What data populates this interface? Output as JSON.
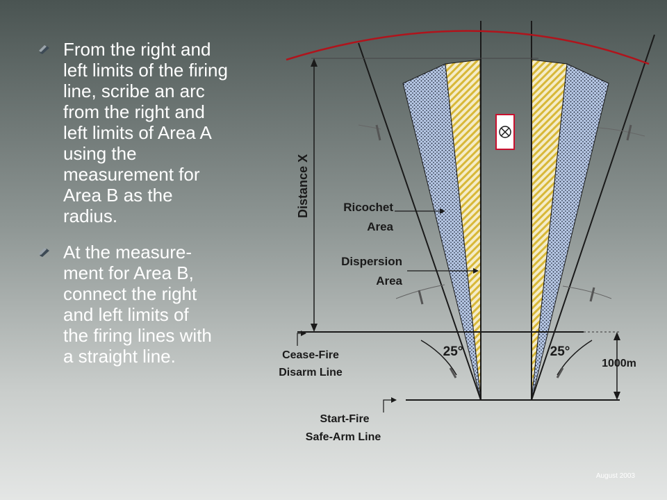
{
  "bullets": [
    {
      "text": "From the right and\nleft limits of the firing\nline, scribe an arc\nfrom the right and\nleft limits of Area A\nusing the\nmeasurement for\nArea B as the\nradius."
    },
    {
      "text": "At the measure-\nment for Area B,\nconnect the right\nand left limits of\nthe firing lines with\na straight line."
    }
  ],
  "diagram": {
    "distance_label": "Distance X",
    "ricochet_line1": "Ricochet",
    "ricochet_line2": "Area",
    "dispersion_line1": "Dispersion",
    "dispersion_line2": "Area",
    "angle_left": "25°",
    "angle_right": "25°",
    "cease_line1": "Cease-Fire",
    "cease_line2": "Disarm Line",
    "start_line1": "Start-Fire",
    "start_line2": "Safe-Arm Line",
    "dist_1000": "1000m"
  },
  "footer": {
    "date": "August 2003"
  },
  "colors": {
    "ricochet_fill": "#b8c9e6",
    "dispersion_stripe": "#d8b838",
    "arc": "#b0141c",
    "target": "#c8102e"
  }
}
